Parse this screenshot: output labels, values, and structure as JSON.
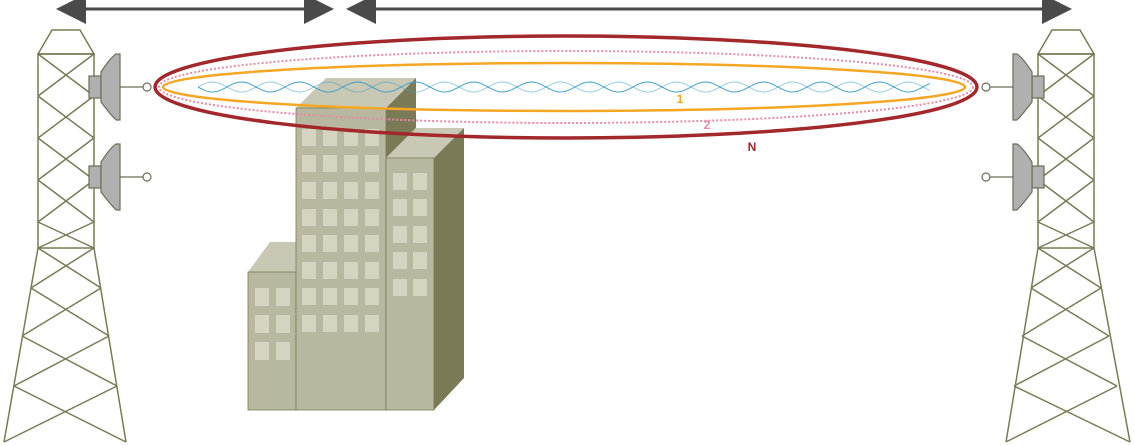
{
  "zones": [
    {
      "label": "1",
      "color": "#F5A623"
    },
    {
      "label": "2",
      "color": "#E38CA6"
    },
    {
      "label": "N",
      "color": "#A2282C"
    }
  ],
  "colors": {
    "tower": "#7A7A56",
    "building_light": "#B8B8A0",
    "building_dark": "#7A7A56",
    "building_top": "#C8C8B4",
    "window": "#D4D4C0",
    "dish": "#B0B0B0",
    "wave": "#3FA0C8",
    "arrow": "#4A4A4A"
  },
  "icons": {
    "left_tower": "transmission-tower-icon",
    "right_tower": "transmission-tower-icon",
    "dish": "microwave-dish-icon",
    "building": "office-building-icon",
    "distance_arrow": "double-arrow-icon"
  }
}
